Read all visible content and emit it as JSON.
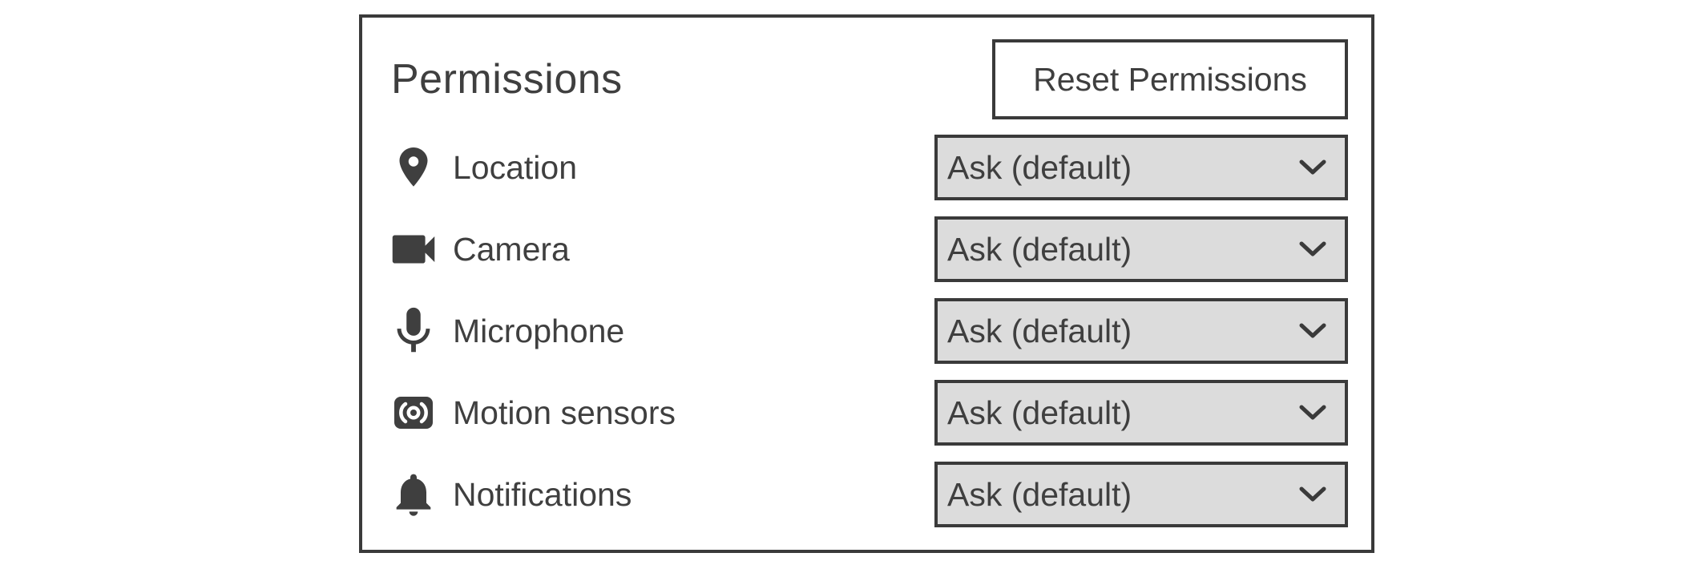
{
  "panel": {
    "title": "Permissions",
    "reset_button_label": "Reset Permissions",
    "rows": [
      {
        "icon": "location-icon",
        "label": "Location",
        "value": "Ask (default)"
      },
      {
        "icon": "camera-icon",
        "label": "Camera",
        "value": "Ask (default)"
      },
      {
        "icon": "microphone-icon",
        "label": "Microphone",
        "value": "Ask (default)"
      },
      {
        "icon": "motion-sensors-icon",
        "label": "Motion sensors",
        "value": "Ask (default)"
      },
      {
        "icon": "notifications-icon",
        "label": "Notifications",
        "value": "Ask (default)"
      }
    ],
    "colors": {
      "text": "#3f3f3f",
      "border": "#3a3a3a",
      "dropdown_background": "#dcdcdc",
      "page_background": "#ffffff"
    }
  }
}
